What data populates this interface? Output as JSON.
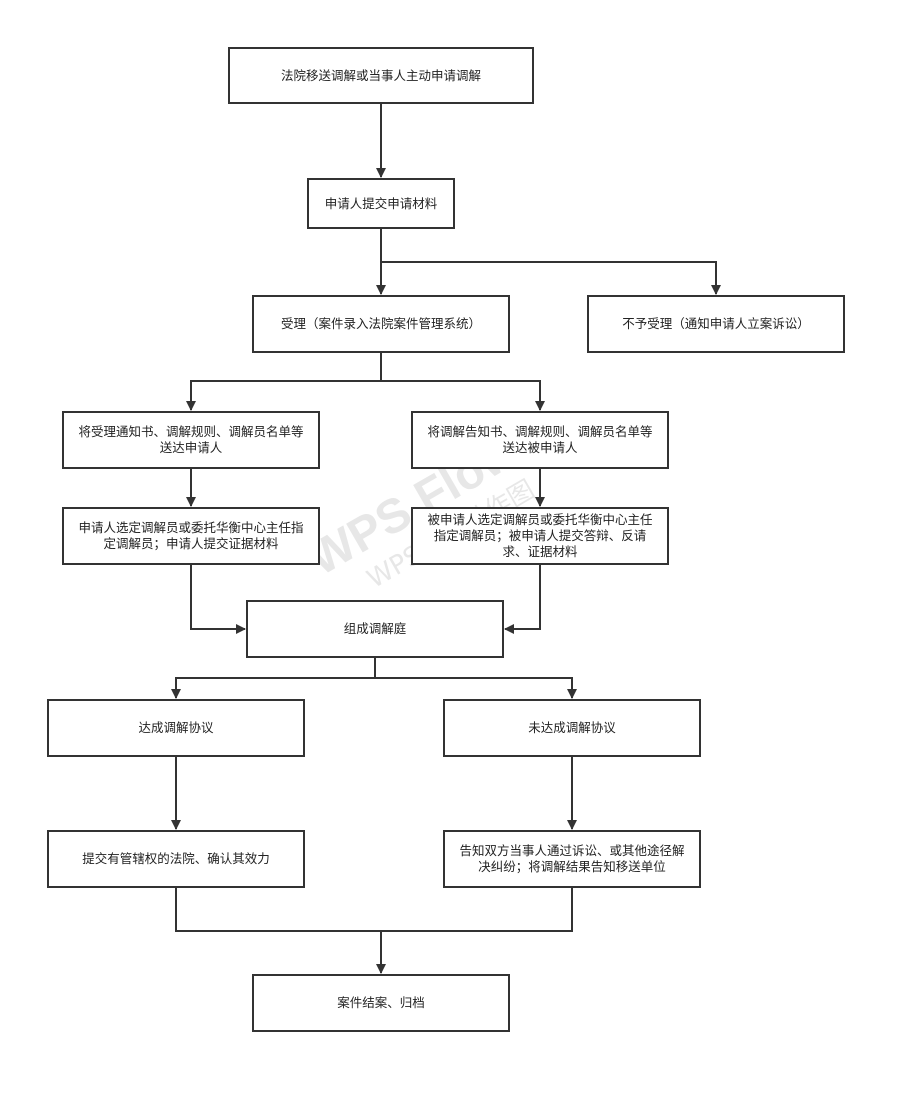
{
  "nodes": {
    "start": "法院移送调解或当事人主动申请调解",
    "submit": "申请人提交申请材料",
    "accept": "受理（案件录入法院案件管理系统）",
    "reject": "不予受理（通知申请人立案诉讼）",
    "notify_applicant": "将受理通知书、调解规则、调解员名单等\n送达申请人",
    "notify_respondent": "将调解告知书、调解规则、调解员名单等\n送达被申请人",
    "applicant_select": "申请人选定调解员或委托华衡中心主任指\n定调解员；申请人提交证据材料",
    "respondent_select": "被申请人选定调解员或委托华衡中心主任\n指定调解员；被申请人提交答辩、反请\n求、证据材料",
    "tribunal": "组成调解庭",
    "agreement": "达成调解协议",
    "no_agreement": "未达成调解协议",
    "submit_court": "提交有管辖权的法院、确认其效力",
    "inform_parties": "告知双方当事人通过诉讼、或其他途径解\n决纠纷；将调解结果告知移送单位",
    "close": "案件结案、归档"
  },
  "watermark": {
    "main": "WPS Flow",
    "sub": "WPS仅提供作图"
  },
  "colors": {
    "line": "#333333",
    "border": "#333333",
    "text": "#222222",
    "background": "#ffffff"
  }
}
